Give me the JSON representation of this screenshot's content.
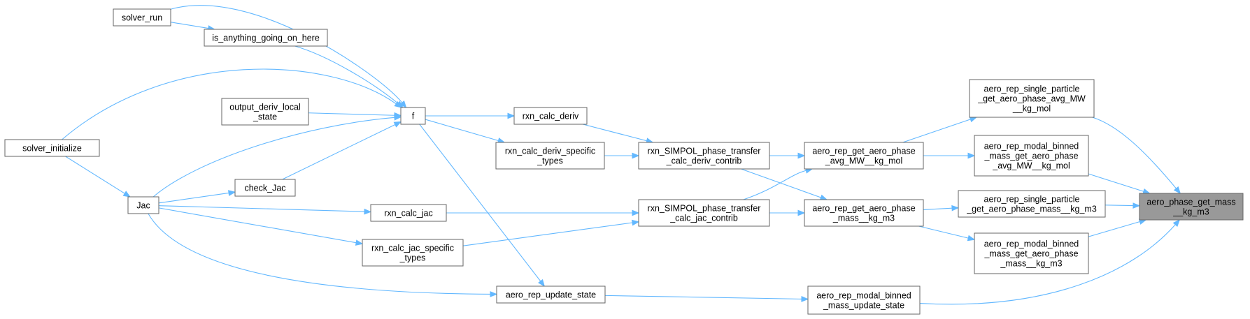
{
  "graph": {
    "focus_node": "aero_phase_get_mass",
    "colors": {
      "edge": "#63b8ff",
      "node_border": "#666666",
      "node_fill": "#ffffff",
      "focus_fill": "#999999"
    },
    "nodes": {
      "solver_run": {
        "lines": [
          "solver_run"
        ]
      },
      "is_anything_going_on_here": {
        "lines": [
          "is_anything_going_on_here"
        ]
      },
      "output_deriv_local_state": {
        "lines": [
          "output_deriv_local",
          "_state"
        ]
      },
      "check_Jac": {
        "lines": [
          "check_Jac"
        ]
      },
      "solver_initialize": {
        "lines": [
          "solver_initialize"
        ]
      },
      "Jac": {
        "lines": [
          "Jac"
        ]
      },
      "f": {
        "lines": [
          "f"
        ]
      },
      "rxn_calc_deriv": {
        "lines": [
          "rxn_calc_deriv"
        ]
      },
      "rxn_calc_deriv_specific_types": {
        "lines": [
          "rxn_calc_deriv_specific",
          "_types"
        ]
      },
      "rxn_calc_jac": {
        "lines": [
          "rxn_calc_jac"
        ]
      },
      "rxn_calc_jac_specific_types": {
        "lines": [
          "rxn_calc_jac_specific",
          "_types"
        ]
      },
      "aero_rep_update_state": {
        "lines": [
          "aero_rep_update_state"
        ]
      },
      "rxn_SIMPOL_phase_transfer_calc_deriv_contrib": {
        "lines": [
          "rxn_SIMPOL_phase_transfer",
          "_calc_deriv_contrib"
        ]
      },
      "rxn_SIMPOL_phase_transfer_calc_jac_contrib": {
        "lines": [
          "rxn_SIMPOL_phase_transfer",
          "_calc_jac_contrib"
        ]
      },
      "aero_rep_get_aero_phase_avg_MW__kg_mol": {
        "lines": [
          "aero_rep_get_aero_phase",
          "_avg_MW__kg_mol"
        ]
      },
      "aero_rep_get_aero_phase_mass__kg_m3": {
        "lines": [
          "aero_rep_get_aero_phase",
          "_mass__kg_m3"
        ]
      },
      "aero_rep_modal_binned_mass_update_state": {
        "lines": [
          "aero_rep_modal_binned",
          "_mass_update_state"
        ]
      },
      "aero_rep_single_particle_get_aero_phase_avg_MW__kg_mol": {
        "lines": [
          "aero_rep_single_particle",
          "_get_aero_phase_avg_MW",
          "__kg_mol"
        ]
      },
      "aero_rep_modal_binned_mass_get_aero_phase_avg_MW__kg_mol": {
        "lines": [
          "aero_rep_modal_binned",
          "_mass_get_aero_phase",
          "_avg_MW__kg_mol"
        ]
      },
      "aero_rep_single_particle_get_aero_phase_mass__kg_m3": {
        "lines": [
          "aero_rep_single_particle",
          "_get_aero_phase_mass__kg_m3"
        ]
      },
      "aero_rep_modal_binned_mass_get_aero_phase_mass__kg_m3": {
        "lines": [
          "aero_rep_modal_binned",
          "_mass_get_aero_phase",
          "_mass__kg_m3"
        ]
      },
      "aero_phase_get_mass": {
        "lines": [
          "aero_phase_get_mass",
          "__kg_m3"
        ]
      }
    },
    "edges": [
      {
        "from": "aero_phase_get_mass",
        "to": "aero_rep_single_particle_get_aero_phase_avg_MW__kg_mol"
      },
      {
        "from": "aero_phase_get_mass",
        "to": "aero_rep_modal_binned_mass_get_aero_phase_avg_MW__kg_mol"
      },
      {
        "from": "aero_phase_get_mass",
        "to": "aero_rep_single_particle_get_aero_phase_mass__kg_m3"
      },
      {
        "from": "aero_phase_get_mass",
        "to": "aero_rep_modal_binned_mass_get_aero_phase_mass__kg_m3"
      },
      {
        "from": "aero_phase_get_mass",
        "to": "aero_rep_modal_binned_mass_update_state"
      },
      {
        "from": "aero_rep_single_particle_get_aero_phase_avg_MW__kg_mol",
        "to": "aero_rep_get_aero_phase_avg_MW__kg_mol"
      },
      {
        "from": "aero_rep_modal_binned_mass_get_aero_phase_avg_MW__kg_mol",
        "to": "aero_rep_get_aero_phase_avg_MW__kg_mol"
      },
      {
        "from": "aero_rep_single_particle_get_aero_phase_mass__kg_m3",
        "to": "aero_rep_get_aero_phase_mass__kg_m3"
      },
      {
        "from": "aero_rep_modal_binned_mass_get_aero_phase_mass__kg_m3",
        "to": "aero_rep_get_aero_phase_mass__kg_m3"
      },
      {
        "from": "aero_rep_modal_binned_mass_update_state",
        "to": "aero_rep_update_state"
      },
      {
        "from": "aero_rep_get_aero_phase_avg_MW__kg_mol",
        "to": "rxn_SIMPOL_phase_transfer_calc_deriv_contrib"
      },
      {
        "from": "aero_rep_get_aero_phase_avg_MW__kg_mol",
        "to": "rxn_SIMPOL_phase_transfer_calc_jac_contrib"
      },
      {
        "from": "aero_rep_get_aero_phase_mass__kg_m3",
        "to": "rxn_SIMPOL_phase_transfer_calc_deriv_contrib"
      },
      {
        "from": "aero_rep_get_aero_phase_mass__kg_m3",
        "to": "rxn_SIMPOL_phase_transfer_calc_jac_contrib"
      },
      {
        "from": "rxn_SIMPOL_phase_transfer_calc_deriv_contrib",
        "to": "rxn_calc_deriv"
      },
      {
        "from": "rxn_SIMPOL_phase_transfer_calc_deriv_contrib",
        "to": "rxn_calc_deriv_specific_types"
      },
      {
        "from": "rxn_SIMPOL_phase_transfer_calc_jac_contrib",
        "to": "rxn_calc_jac"
      },
      {
        "from": "rxn_SIMPOL_phase_transfer_calc_jac_contrib",
        "to": "rxn_calc_jac_specific_types"
      },
      {
        "from": "rxn_calc_deriv",
        "to": "f"
      },
      {
        "from": "rxn_calc_deriv_specific_types",
        "to": "f"
      },
      {
        "from": "aero_rep_update_state",
        "to": "f"
      },
      {
        "from": "aero_rep_update_state",
        "to": "Jac"
      },
      {
        "from": "rxn_calc_jac",
        "to": "Jac"
      },
      {
        "from": "rxn_calc_jac_specific_types",
        "to": "Jac"
      },
      {
        "from": "f",
        "to": "solver_run"
      },
      {
        "from": "f",
        "to": "is_anything_going_on_here"
      },
      {
        "from": "f",
        "to": "output_deriv_local_state"
      },
      {
        "from": "f",
        "to": "check_Jac"
      },
      {
        "from": "f",
        "to": "solver_initialize"
      },
      {
        "from": "f",
        "to": "Jac"
      },
      {
        "from": "check_Jac",
        "to": "Jac"
      },
      {
        "from": "Jac",
        "to": "solver_initialize"
      },
      {
        "from": "is_anything_going_on_here",
        "to": "solver_run"
      }
    ]
  }
}
